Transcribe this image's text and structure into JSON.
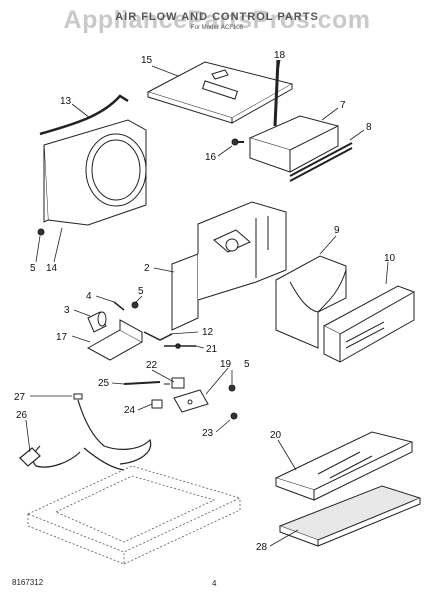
{
  "watermark": "AppliancePartsPros.com",
  "header": {
    "title": "AIR FLOW AND CONTROL PARTS",
    "subtitle": "For Model: ACF108"
  },
  "callouts": {
    "n1": "15",
    "n2": "18",
    "n3": "13",
    "n4": "7",
    "n5": "8",
    "n6": "16",
    "n7": "5",
    "n8": "14",
    "n9": "9",
    "n10": "10",
    "n11": "2",
    "n12": "4",
    "n13": "5",
    "n14": "3",
    "n15": "12",
    "n16": "17",
    "n17": "21",
    "n18": "22",
    "n19": "19",
    "n20": "5",
    "n21": "25",
    "n22": "27",
    "n23": "24",
    "n24": "23",
    "n25": "26",
    "n26": "20",
    "n27": "28"
  },
  "footer": {
    "doc_number": "8167312",
    "page_number": "4"
  }
}
